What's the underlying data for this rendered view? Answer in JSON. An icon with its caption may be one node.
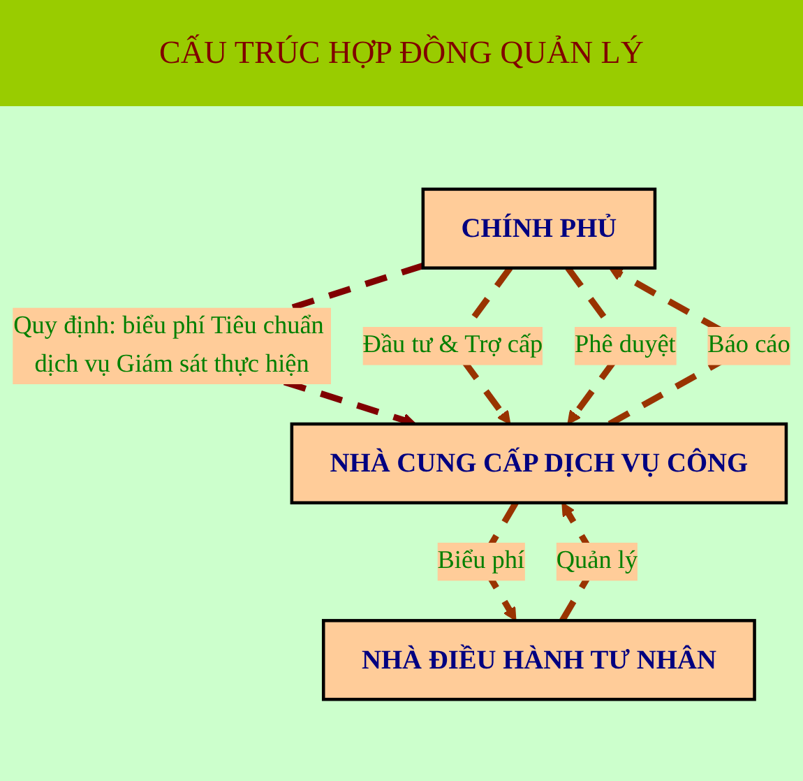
{
  "diagram": {
    "title": "CẤU TRÚC HỢP ĐỒNG QUẢN LÝ",
    "nodes": [
      {
        "text": [
          "CHÍNH PHỦ"
        ]
      },
      {
        "text": [
          "NHÀ CUNG CẤP DỊCH VỤ CÔNG"
        ]
      },
      {
        "text": [
          "NHÀ ĐIỀU HÀNH TƯ NHÂN"
        ]
      }
    ],
    "edges": [
      {
        "from": 0,
        "to": 1,
        "arrow": "to",
        "label": "Quy định: biểu phí Tiêu chuẩn dịch vụ Giám sát thực hiện",
        "style": "dashed",
        "color": "#800000"
      },
      {
        "from": 0,
        "to": 1,
        "arrow": "to",
        "label": "Đầu tư & Trợ cấp",
        "style": "dashed"
      },
      {
        "from": 1,
        "to": 0,
        "arrow": "to",
        "label": "Báo cáo",
        "style": "dashed"
      },
      {
        "from": 0,
        "to": 1,
        "arrow": "to",
        "label": "Phê duyệt",
        "style": "dashed"
      },
      {
        "from": 1,
        "to": 2,
        "arrow": "to",
        "label": "Biểu phí",
        "style": "dashed"
      },
      {
        "from": 2,
        "to": 1,
        "arrow": "to",
        "label": "Quản lý",
        "style": "dashed"
      }
    ]
  }
}
